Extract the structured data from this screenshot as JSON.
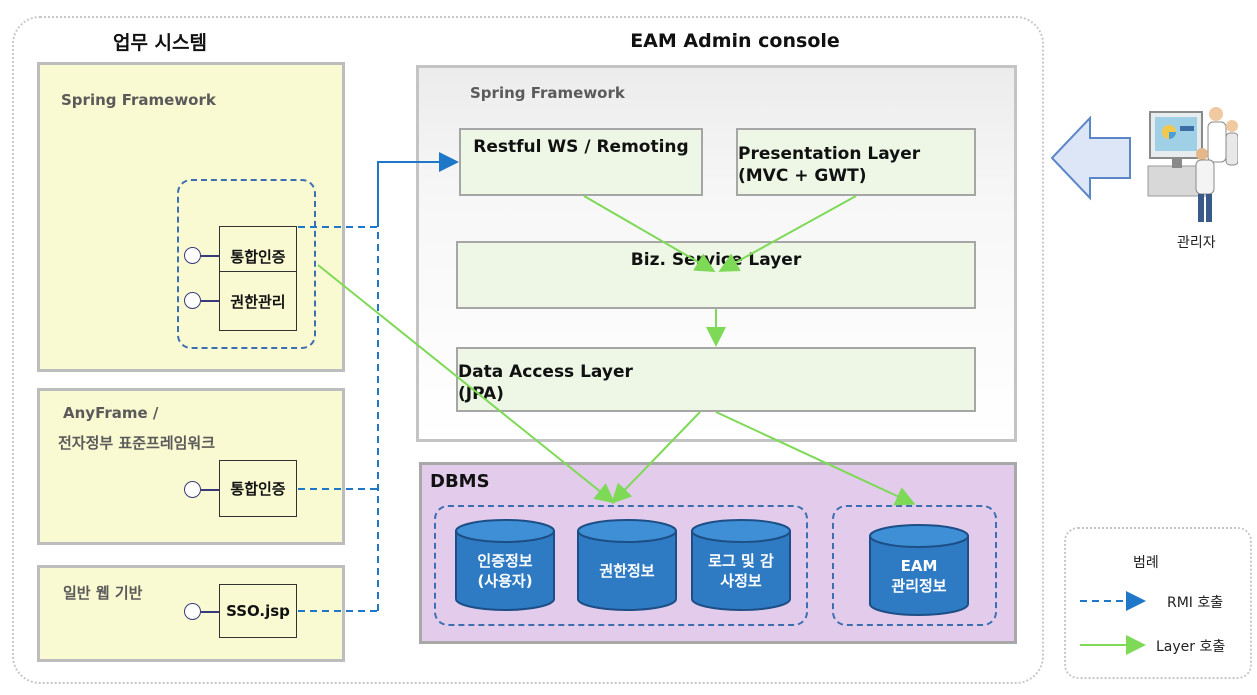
{
  "titles": {
    "left": "업무 시스템",
    "right": "EAM Admin console"
  },
  "left_panels": {
    "spring": {
      "label": "Spring Framework",
      "modules": [
        "통합인증",
        "권한관리"
      ]
    },
    "anyframe": {
      "label_line1": "AnyFrame /",
      "label_line2": "전자정부 표준프레임워크",
      "modules": [
        "통합인증"
      ]
    },
    "web": {
      "label": "일반 웹 기반",
      "modules": [
        "SSO.jsp"
      ]
    }
  },
  "console": {
    "framework_label": "Spring Framework",
    "restful": "Restful WS / Remoting",
    "presentation_line1": "Presentation Layer",
    "presentation_line2": "(MVC + GWT)",
    "biz": "Biz. Service Layer",
    "data_access_line1": "Data Access Layer",
    "data_access_line2": "(JPA)"
  },
  "dbms": {
    "label": "DBMS",
    "stores": [
      {
        "line1": "인증정보",
        "line2": "(사용자)"
      },
      {
        "line1": "권한정보",
        "line2": ""
      },
      {
        "line1": "로그 및 감",
        "line2": "사정보"
      },
      {
        "line1": "EAM",
        "line2": "관리정보"
      }
    ]
  },
  "admin": {
    "label": "관리자",
    "icon": "admin-workstation-icon"
  },
  "legend": {
    "title": "범례",
    "rmi": "RMI 호출",
    "layer": "Layer 호출"
  },
  "colors": {
    "rmi_line": "#1f77c8",
    "layer_line": "#7ed957",
    "cylinder": "#2e7bc4",
    "arrow_fill": "#dde6f7"
  }
}
